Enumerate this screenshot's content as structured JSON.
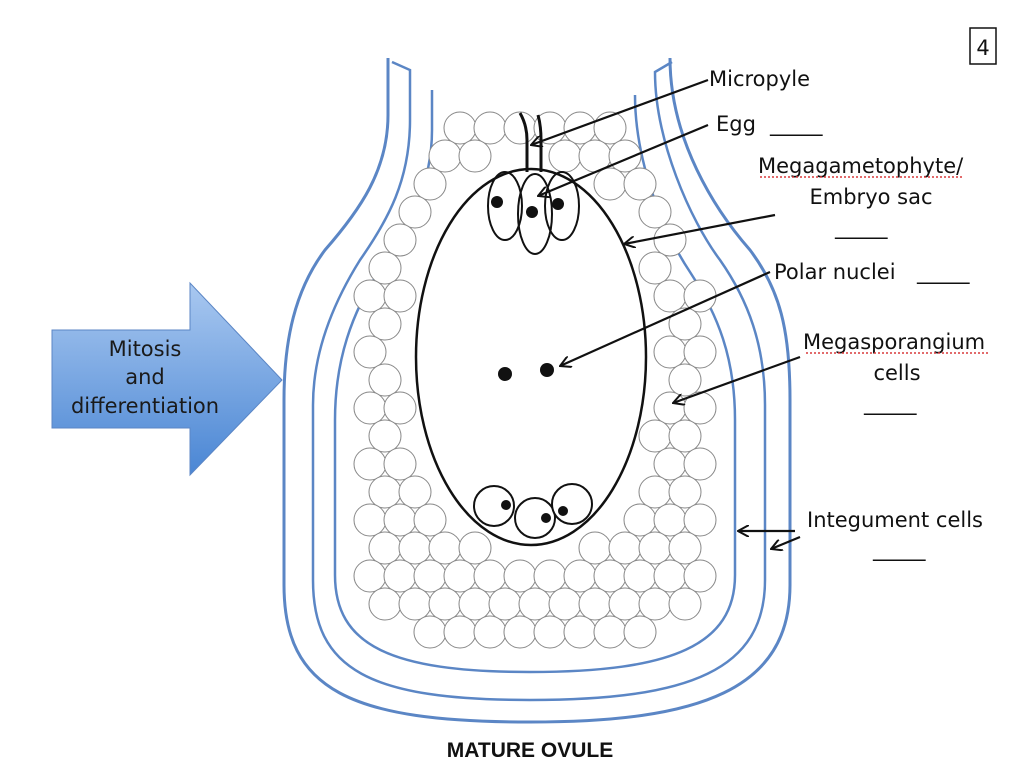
{
  "page_number": "4",
  "arrow_text": [
    "Mitosis",
    "and",
    "differentiation"
  ],
  "labels": {
    "micropyle": "Micropyle",
    "egg": "Egg",
    "megagametophyte_line1": "Megagametophyte/",
    "megagametophyte_line2": "Embryo sac",
    "polar_nuclei": "Polar nuclei",
    "megasporangium_line1": "Megasporangium",
    "megasporangium_line2": "cells",
    "integument": "Integument  cells"
  },
  "blank": "_____",
  "caption": "MATURE OVULE",
  "colors": {
    "integument_outline": "#5b86c5",
    "arrow_fill_top": "#a9c8f0",
    "arrow_fill_bottom": "#4a86d4",
    "cell_outline": "#888888",
    "spellcheck_underline": "#d9383a"
  }
}
